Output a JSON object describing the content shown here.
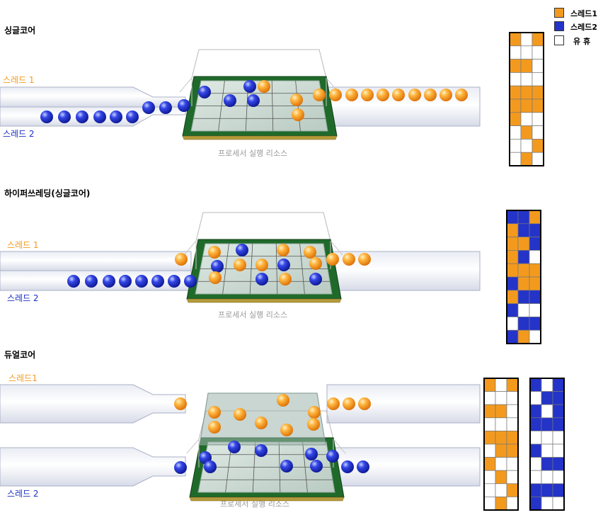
{
  "sections": {
    "single_core": "싱글코어",
    "hyperthreading": "하이퍼쓰레딩(싱글코어)",
    "dual_core": "듀얼코어"
  },
  "labels": {
    "s1_thread1": "스레드 1",
    "s1_thread2": "스레드 2",
    "s2_thread1": "스레드 1",
    "s2_thread2": "스레드 2",
    "s3_thread1": "스레드1",
    "s3_thread2": "스레드 2",
    "processor": "프로세서 실행 리소스"
  },
  "legend": {
    "thread1": "스레드1",
    "thread2": "스레드2",
    "idle": "유 휴"
  },
  "colors": {
    "thread1": "#f39a1e",
    "thread2": "#2433c8",
    "idle": "#ffffff",
    "chip_green": "#1f6a2a"
  },
  "grids": {
    "single": [
      [
        "o",
        "w",
        "o"
      ],
      [
        "w",
        "w",
        "w"
      ],
      [
        "o",
        "o",
        "w"
      ],
      [
        "w",
        "w",
        "w"
      ],
      [
        "o",
        "o",
        "o"
      ],
      [
        "o",
        "o",
        "o"
      ],
      [
        "o",
        "w",
        "w"
      ],
      [
        "w",
        "o",
        "w"
      ],
      [
        "w",
        "w",
        "o"
      ],
      [
        "w",
        "o",
        "w"
      ]
    ],
    "hyper": [
      [
        "b",
        "b",
        "o"
      ],
      [
        "o",
        "b",
        "b"
      ],
      [
        "o",
        "o",
        "b"
      ],
      [
        "o",
        "b",
        "w"
      ],
      [
        "o",
        "o",
        "o"
      ],
      [
        "b",
        "o",
        "o"
      ],
      [
        "o",
        "b",
        "b"
      ],
      [
        "b",
        "w",
        "w"
      ],
      [
        "w",
        "b",
        "b"
      ],
      [
        "b",
        "o",
        "w"
      ]
    ],
    "dual_left": [
      [
        "o",
        "w",
        "o"
      ],
      [
        "w",
        "w",
        "w"
      ],
      [
        "o",
        "o",
        "w"
      ],
      [
        "w",
        "w",
        "w"
      ],
      [
        "o",
        "o",
        "o"
      ],
      [
        "w",
        "o",
        "o"
      ],
      [
        "o",
        "w",
        "w"
      ],
      [
        "w",
        "o",
        "w"
      ],
      [
        "w",
        "w",
        "o"
      ],
      [
        "w",
        "o",
        "w"
      ]
    ],
    "dual_right": [
      [
        "b",
        "w",
        "b"
      ],
      [
        "w",
        "b",
        "b"
      ],
      [
        "b",
        "w",
        "b"
      ],
      [
        "b",
        "b",
        "b"
      ],
      [
        "w",
        "w",
        "w"
      ],
      [
        "b",
        "w",
        "w"
      ],
      [
        "w",
        "b",
        "b"
      ],
      [
        "w",
        "w",
        "w"
      ],
      [
        "b",
        "b",
        "b"
      ],
      [
        "b",
        "w",
        "w"
      ]
    ]
  }
}
